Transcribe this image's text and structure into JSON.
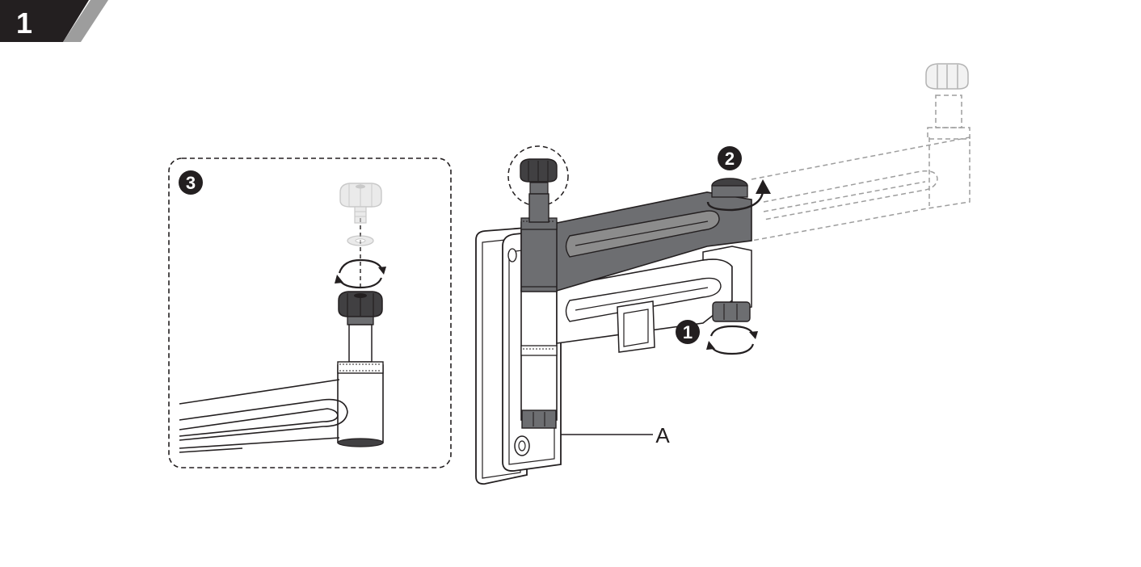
{
  "header": {
    "step_number": "1",
    "badge_color": "#231f20",
    "stripe_color": "#9d9d9d"
  },
  "callouts": {
    "step_1": "1",
    "step_2": "2",
    "step_3": "3"
  },
  "labels": {
    "part_a": "A"
  },
  "colors": {
    "line": "#231f20",
    "dark_part": "#6d6e71",
    "ghost_part": "#b3b3b3",
    "knob_dark": "#414042"
  },
  "icons": {
    "rotate_horizontal": "rotate-arrows-icon",
    "rotate_up": "curved-arrow-up-icon",
    "rotate_ccw": "rotate-arrows-icon"
  }
}
